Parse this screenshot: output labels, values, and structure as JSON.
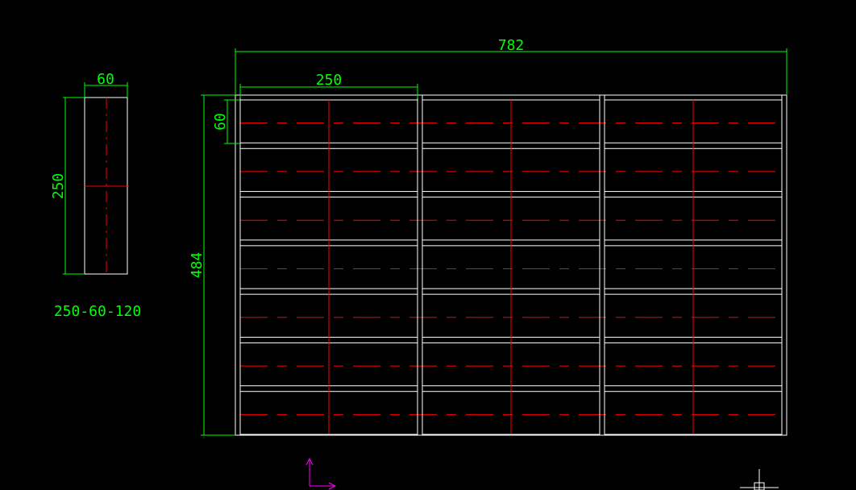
{
  "drawing": {
    "block_detail": {
      "width_label": "60",
      "height_label": "250",
      "caption": "250-60-120"
    },
    "wall_elevation": {
      "overall_width_label": "782",
      "overall_height_label": "484",
      "block_length_label": "250",
      "course_height_label": "60",
      "columns": 3,
      "courses": 7
    }
  },
  "colors": {
    "background": "#000000",
    "dimension": "#00ff00",
    "outline": "#ffffff",
    "centerline": "#ff0000",
    "ucs": "#ff00ff"
  },
  "icons": {
    "ucs": "ucs-axis-icon",
    "crosshair": "crosshair-icon"
  }
}
